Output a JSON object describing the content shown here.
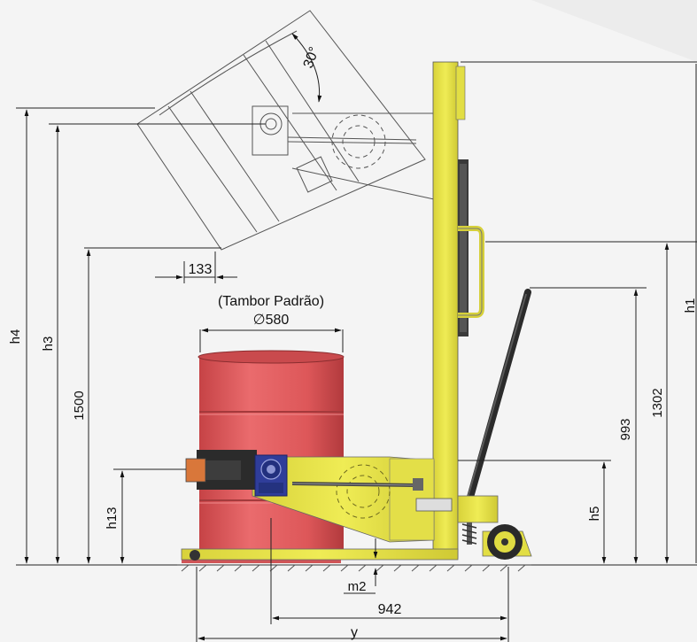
{
  "angle_label": "30°",
  "drum_label": "(Tambor Padrão)",
  "diameter_label": "∅580",
  "dimensions": {
    "offset_133": "133",
    "h4": "h4",
    "h3": "h3",
    "height_1500": "1500",
    "h13": "h13",
    "m2": "m2",
    "width_942": "942",
    "y": "y",
    "h5": "h5",
    "height_993": "993",
    "height_1302": "1302",
    "h1": "h1"
  },
  "colors": {
    "frame_yellow": "#e7e445",
    "drum_red": "#e05c5e",
    "gearbox_blue": "#2f3d9a",
    "handle_dark": "#2b2b2b",
    "background": "#f4f4f4"
  }
}
